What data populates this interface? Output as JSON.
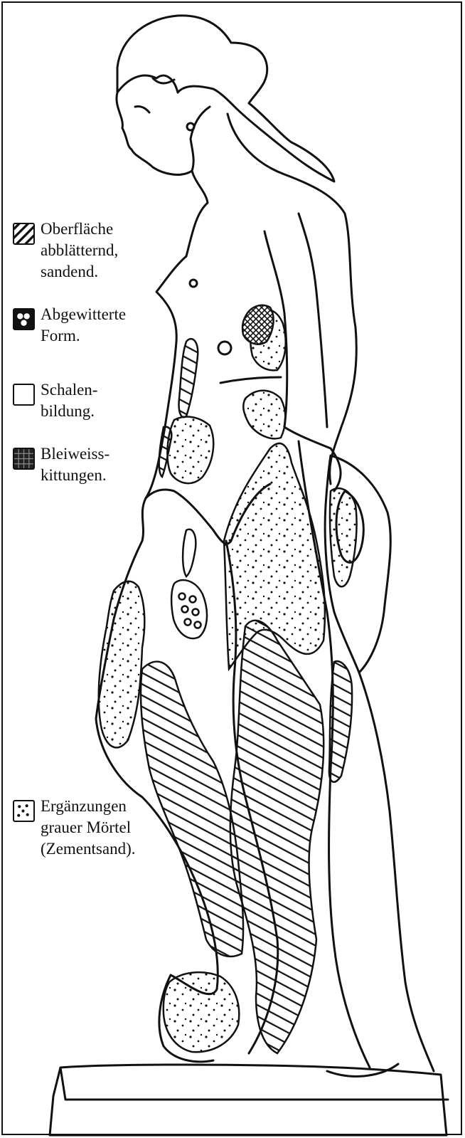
{
  "legend": [
    {
      "icon": "hatched-swatch-icon",
      "text": "Oberfläche\nabblätternd,\nsandend."
    },
    {
      "icon": "weathered-form-swatch-icon",
      "text": "Abgewitterte\nForm."
    },
    {
      "icon": "empty-swatch-icon",
      "text": "Schalen-\nbildung."
    },
    {
      "icon": "crosshatched-swatch-icon",
      "text": "Bleiweiss-\nkittungen."
    },
    {
      "icon": "dotted-swatch-icon",
      "text": "Ergänzungen\ngrauer Mörtel\n(Zementsand)."
    }
  ]
}
